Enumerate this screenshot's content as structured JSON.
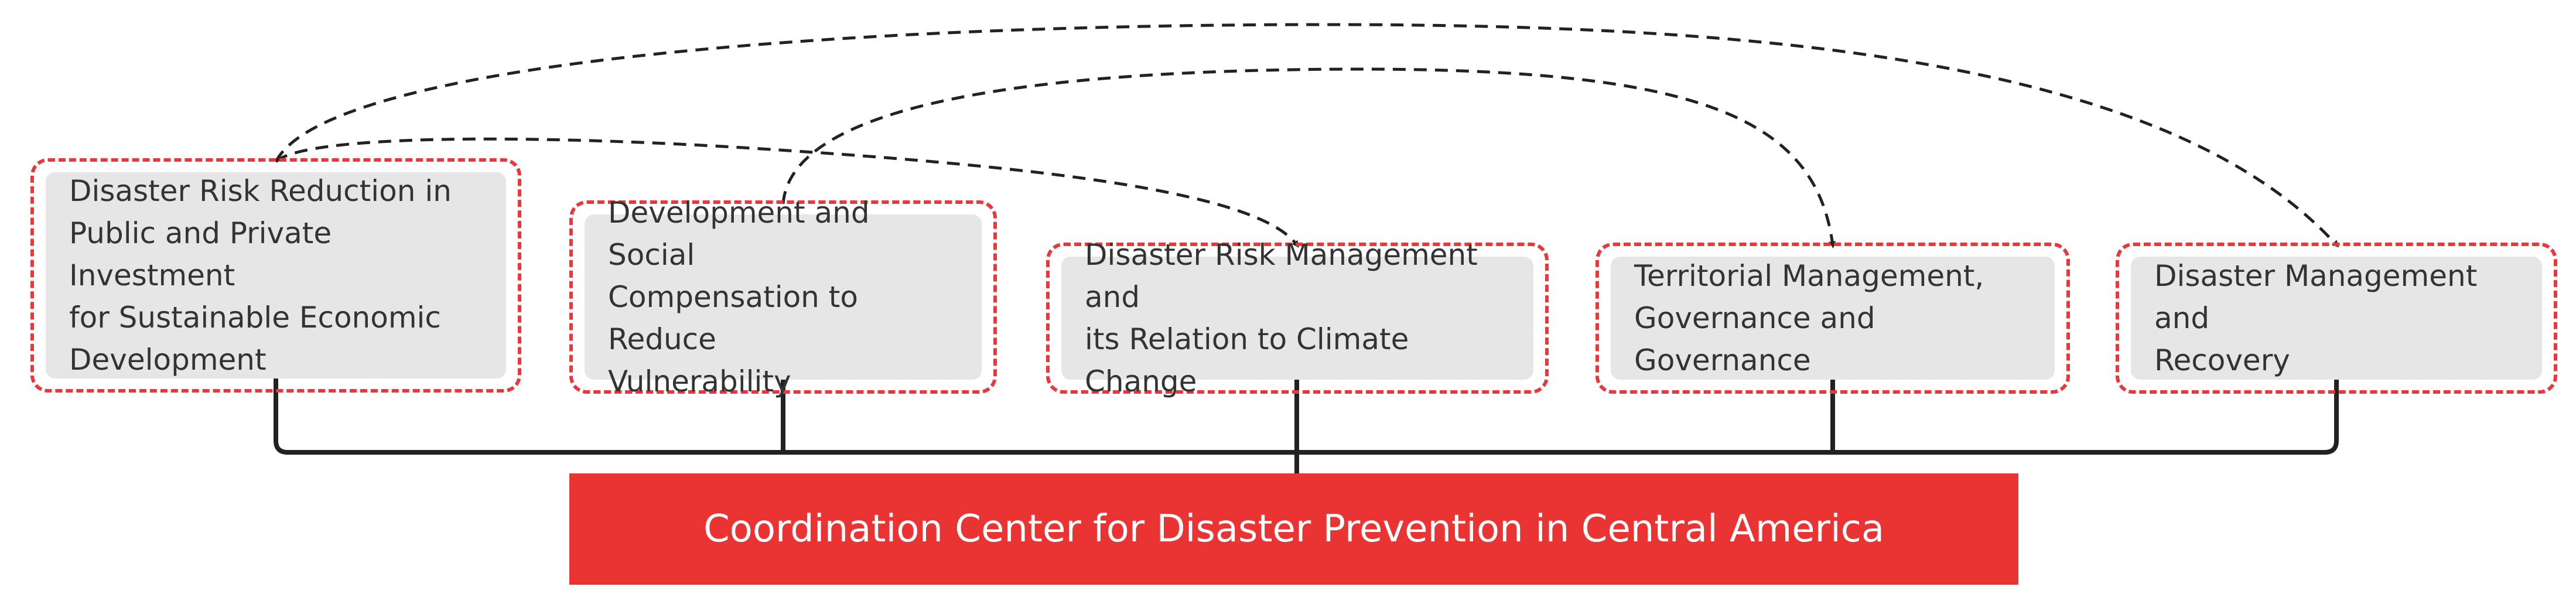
{
  "diagram": {
    "organization": "Coordination Center for Disaster Prevention in Central America",
    "pillars": [
      {
        "label": "Disaster Risk Reduction in\nPublic and Private Investment\nfor Sustainable Economic\nDevelopment"
      },
      {
        "label": "Development and Social\nCompensation to Reduce\nVulnerability"
      },
      {
        "label": "Disaster Risk Management and\nits Relation to Climate Change"
      },
      {
        "label": "Territorial Management,\nGovernance and Governance"
      },
      {
        "label": "Disaster Management and\nRecovery"
      }
    ],
    "cross_links": [
      {
        "from": 1,
        "to": 3
      },
      {
        "from": 1,
        "to": 5
      },
      {
        "from": 2,
        "to": 4
      }
    ]
  },
  "colors": {
    "accent": "#ea3433",
    "dashed_border": "#e8383c",
    "box_fill": "#e6e6e6",
    "text": "#333333",
    "connector": "#222222"
  }
}
